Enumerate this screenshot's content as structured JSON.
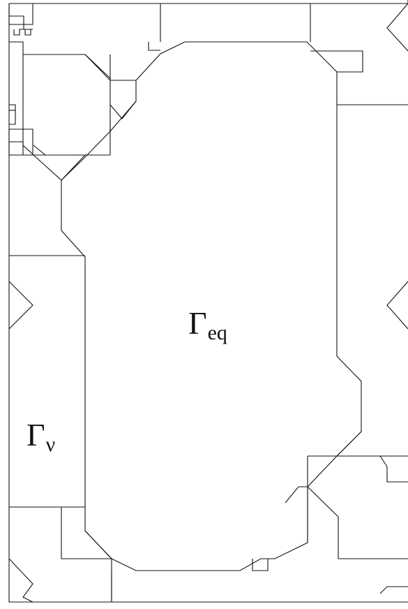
{
  "regions": [
    {
      "symbol": "Γ",
      "subscript": "eq"
    },
    {
      "symbol": "Γ",
      "subscript": "ν"
    }
  ],
  "colors": {
    "stroke": "#111111",
    "background": "#ffffff"
  }
}
